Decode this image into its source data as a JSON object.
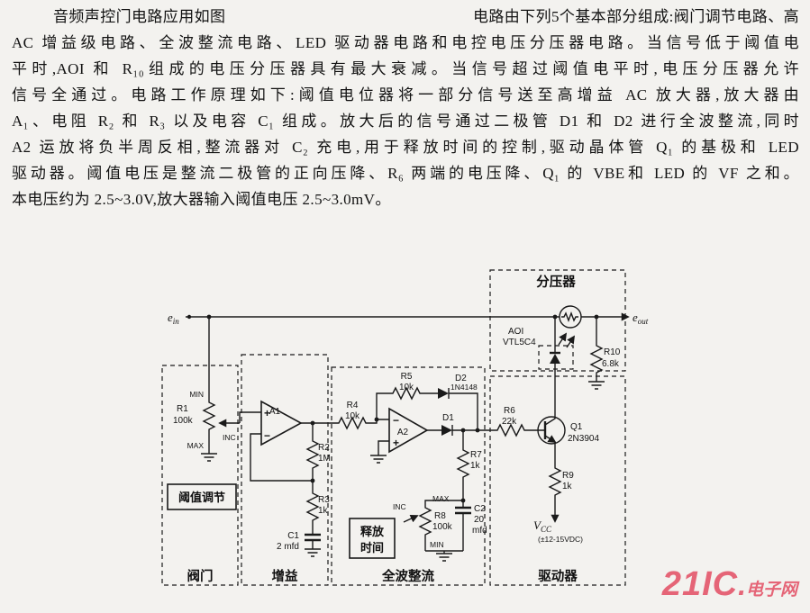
{
  "doc": {
    "para": {
      "indent_line_left": "音频声控门电路应用如图",
      "indent_line_right": "电路由下列5个基本部分组成:阀门调节电路、高",
      "lines": [
        "AC 增益级电路、全波整流电路、LED 驱动器电路和电控电压分压器电路。当信号低于阈值电",
        "平时,AOI 和 R₁₀组成的电压分压器具有最大衰减。当信号超过阈值电平时,电压分压器允许",
        "信号全通过。电路工作原理如下:阈值电位器将一部分信号送至高增益 AC 放大器,放大器由",
        "A₁、电阻 R₂ 和 R₃ 以及电容 C₁ 组成。放大后的信号通过二极管 D1 和 D2 进行全波整流,同时",
        "A2 运放将负半周反相,整流器对 C₂ 充电,用于释放时间的控制,驱动晶体管 Q₁ 的基极和 LED",
        "驱动器。阈值电压是整流二极管的正向压降、R₆ 两端的电压降、Q₁ 的 VBE和 LED 的 VF 之和。",
        "本电压约为 2.5~3.0V,放大器输入阈值电压 2.5~3.0mV。"
      ]
    },
    "watermark": {
      "big": "21IC",
      "dot": ".",
      "small": "电子网"
    }
  },
  "circuit": {
    "ein": {
      "base": "e",
      "sub": "in"
    },
    "eout": {
      "base": "e",
      "sub": "out"
    },
    "plus": "+",
    "minus": "−",
    "r1": {
      "name": "R1",
      "value": "100k"
    },
    "r1_min": "MIN",
    "r1_max": "MAX",
    "r1_inc": "INC",
    "threshold": "阈值调节",
    "a1": "A1",
    "r2": {
      "name": "R2",
      "value": "1M"
    },
    "r3": {
      "name": "R3",
      "value": "1k"
    },
    "c1": {
      "name": "C1",
      "value": "2 mfd"
    },
    "r4": {
      "name": "R4",
      "value": "10k"
    },
    "r5": {
      "name": "R5",
      "value": "10k"
    },
    "d2": {
      "name": "D2",
      "value": "1N4148"
    },
    "a2": "A2",
    "d1": "D1",
    "r7": {
      "name": "R7",
      "value": "1k"
    },
    "r8": {
      "name": "R8",
      "value": "100k"
    },
    "r8_max": "MAX",
    "r8_min": "MIN",
    "r8_inc": "INC",
    "release": {
      "line1": "释放",
      "line2": "时间"
    },
    "c2": {
      "name": "C2",
      "value": "20",
      "unit": "mfd"
    },
    "r6": {
      "name": "R6",
      "value": "22k"
    },
    "q1": {
      "name": "Q1",
      "value": "2N3904"
    },
    "r9": {
      "name": "R9",
      "value": "1k"
    },
    "vcc": {
      "base": "V",
      "sub": "CC",
      "value": "(±12-15VDC)"
    },
    "divider": {
      "title": "分压器",
      "opto_line1": "AOI",
      "opto_line2": "VTL5C4"
    },
    "r10": {
      "name": "R10",
      "value": "6.8k"
    },
    "sections": {
      "valve": "阀门",
      "gain": "增益",
      "fullwave": "全波整流",
      "driver": "驱动器"
    }
  }
}
